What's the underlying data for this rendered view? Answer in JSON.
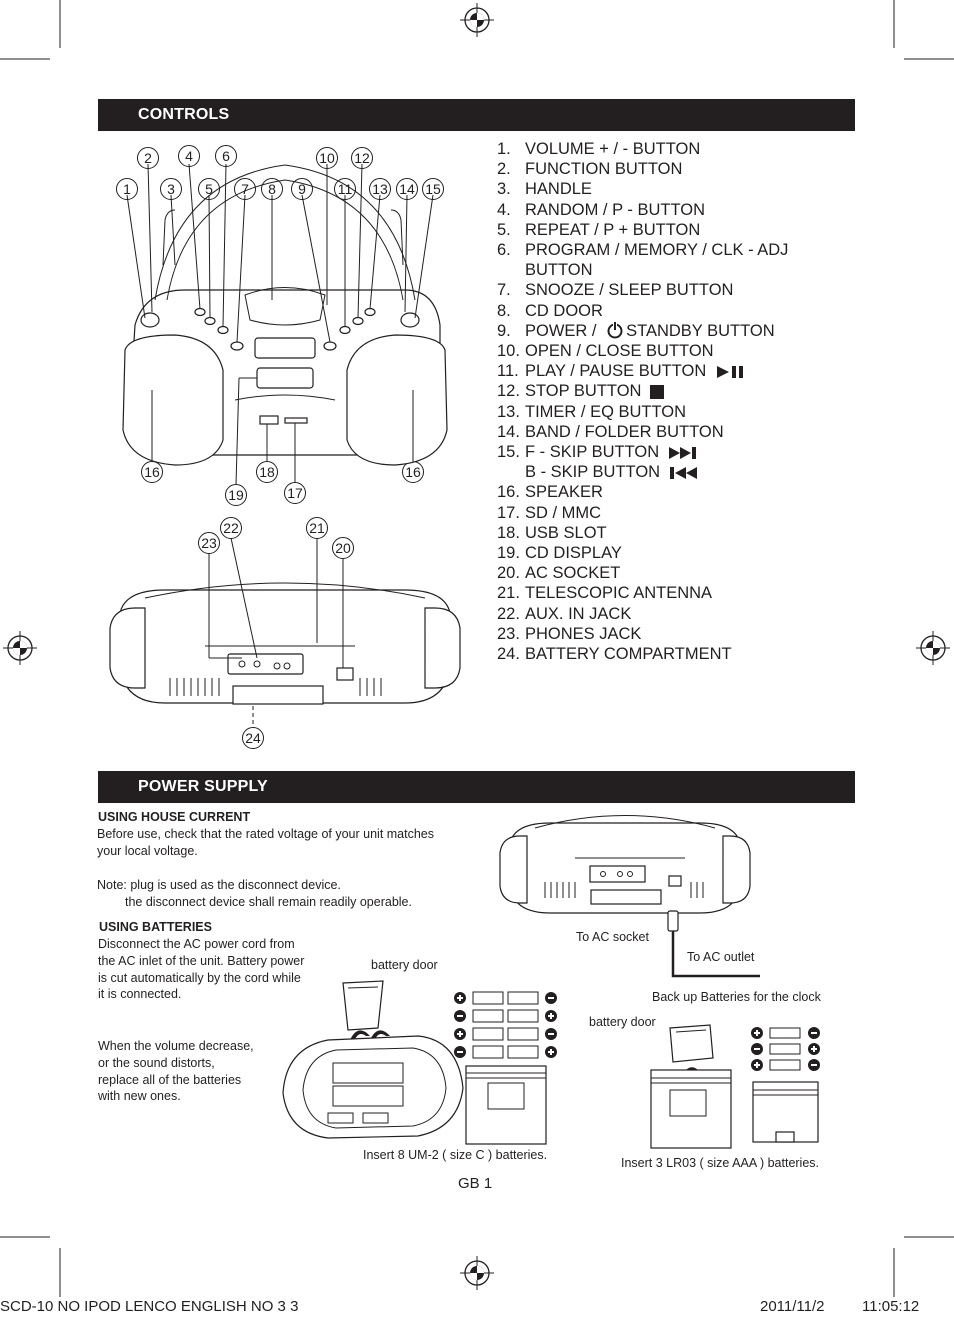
{
  "controls": {
    "header": "CONTROLS",
    "items": [
      {
        "num": "1.",
        "label": "VOLUME + / -  BUTTON"
      },
      {
        "num": "2.",
        "label": "FUNCTION  BUTTON"
      },
      {
        "num": "3.",
        "label": "HANDLE"
      },
      {
        "num": "4.",
        "label": "RANDOM / P -  BUTTON"
      },
      {
        "num": "5.",
        "label": "REPEAT / P +  BUTTON"
      },
      {
        "num": "6.",
        "label": "PROGRAM / MEMORY / CLK - ADJ",
        "cont": "BUTTON"
      },
      {
        "num": "7.",
        "label": "SNOOZE / SLEEP  BUTTON"
      },
      {
        "num": "8.",
        "label": "CD DOOR"
      },
      {
        "num": "9.",
        "label": "POWER /",
        "label2": "STANDBY  BUTTON",
        "icon": "power-icon"
      },
      {
        "num": "10.",
        "label": "OPEN / CLOSE BUTTON"
      },
      {
        "num": "11.",
        "label": "PLAY / PAUSE  BUTTON",
        "icon": "play-pause-icon"
      },
      {
        "num": "12.",
        "label": "STOP BUTTON",
        "icon": "stop-icon"
      },
      {
        "num": "13.",
        "label": "TIMER / EQ  BUTTON"
      },
      {
        "num": "14.",
        "label": "BAND  / FOLDER BUTTON"
      },
      {
        "num": "15.",
        "label": "F - SKIP BUTTON",
        "icon": "skip-forward-icon",
        "cont": "B - SKIP BUTTON",
        "cont_icon": "skip-back-icon"
      },
      {
        "num": "16.",
        "label": "SPEAKER"
      },
      {
        "num": "17.",
        "label": "SD / MMC"
      },
      {
        "num": "18.",
        "label": "USB SLOT"
      },
      {
        "num": "19.",
        "label": "CD DISPLAY"
      },
      {
        "num": "20.",
        "label": "AC SOCKET"
      },
      {
        "num": "21.",
        "label": "TELESCOPIC ANTENNA"
      },
      {
        "num": "22.",
        "label": "AUX. IN JACK"
      },
      {
        "num": "23.",
        "label": "PHONES JACK"
      },
      {
        "num": "24.",
        "label": "BATTERY COMPARTMENT"
      }
    ],
    "front_callouts": [
      "1",
      "2",
      "3",
      "4",
      "5",
      "6",
      "7",
      "8",
      "9",
      "10",
      "11",
      "12",
      "13",
      "14",
      "15",
      "16",
      "16",
      "17",
      "18",
      "19"
    ],
    "back_callouts": [
      "20",
      "21",
      "22",
      "23",
      "24"
    ]
  },
  "power_supply": {
    "header": "POWER SUPPLY",
    "house_current_heading": "USING HOUSE CURRENT",
    "house_current_text_1": "Before use, check that the rated voltage of your unit matches",
    "house_current_text_2": "your local voltage.",
    "note_1": "Note: plug is used as the disconnect device.",
    "note_2": "the disconnect device shall remain readily operable.",
    "batteries_heading": "USING BATTERIES",
    "batteries_text_1": "Disconnect the AC power cord from",
    "batteries_text_2": "the AC inlet of the unit. Battery power",
    "batteries_text_3": "is cut automatically by the cord while",
    "batteries_text_4": "it is connected.",
    "volume_text_1": "When the volume decrease,",
    "volume_text_2": "or the sound distorts,",
    "volume_text_3": "replace all of the batteries",
    "volume_text_4": "with new ones.",
    "to_ac_socket": "To AC socket",
    "to_ac_outlet": "To AC outlet",
    "backup_label": "Back up Batteries for the clock",
    "battery_door_1": "battery door",
    "battery_door_2": "battery door",
    "insert_c": "Insert 8 UM-2 ( size C ) batteries.",
    "insert_aaa": "Insert 3 LR03 ( size AAA ) batteries."
  },
  "page_number": "GB 1",
  "footer": {
    "file": "SCD-10 NO IPOD LENCO ENGLISH NO 3   3",
    "date": "2011/11/2",
    "time": "11:05:12"
  }
}
